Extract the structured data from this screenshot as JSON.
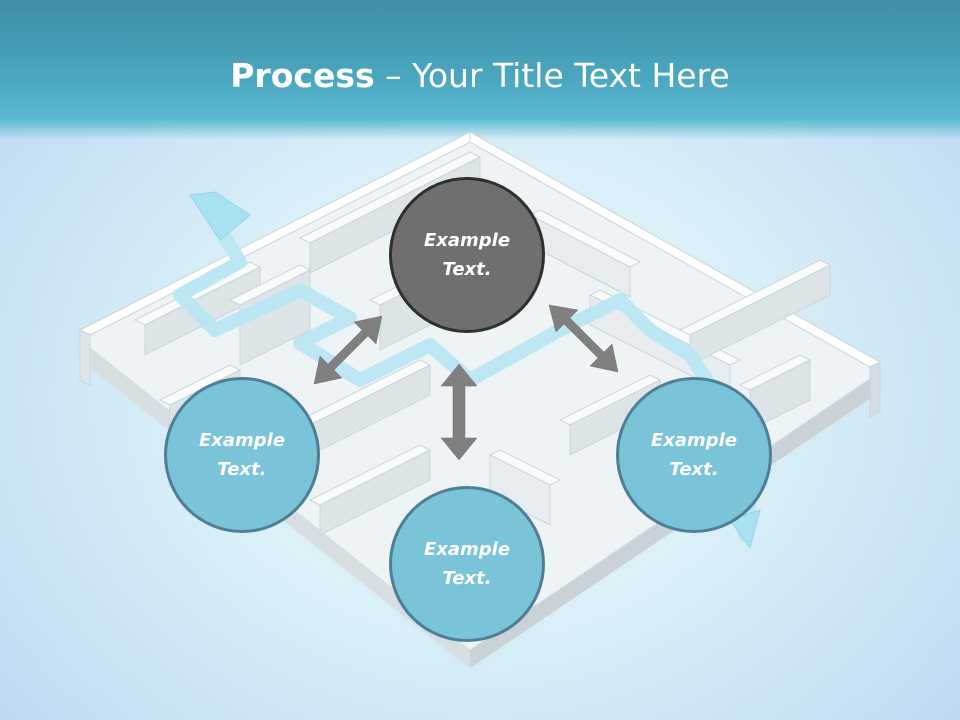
{
  "slide": {
    "title_bold": "Process",
    "title_rest": " – Your Title Text Here"
  },
  "nodes": [
    {
      "id": "top",
      "label": "Example\nText.",
      "style": "gray"
    },
    {
      "id": "left",
      "label": "Example\nText.",
      "style": "blue"
    },
    {
      "id": "bottom",
      "label": "Example\nText.",
      "style": "blue"
    },
    {
      "id": "right",
      "label": "Example\nText.",
      "style": "blue"
    }
  ],
  "colors": {
    "header": "#4aa6be",
    "circle_blue": "#79c4d8",
    "circle_gray": "#6f6f6f",
    "arrow": "#808080",
    "maze_path": "#b6e6f2"
  },
  "icons": [
    "maze-illustration",
    "double-arrow-icon"
  ]
}
